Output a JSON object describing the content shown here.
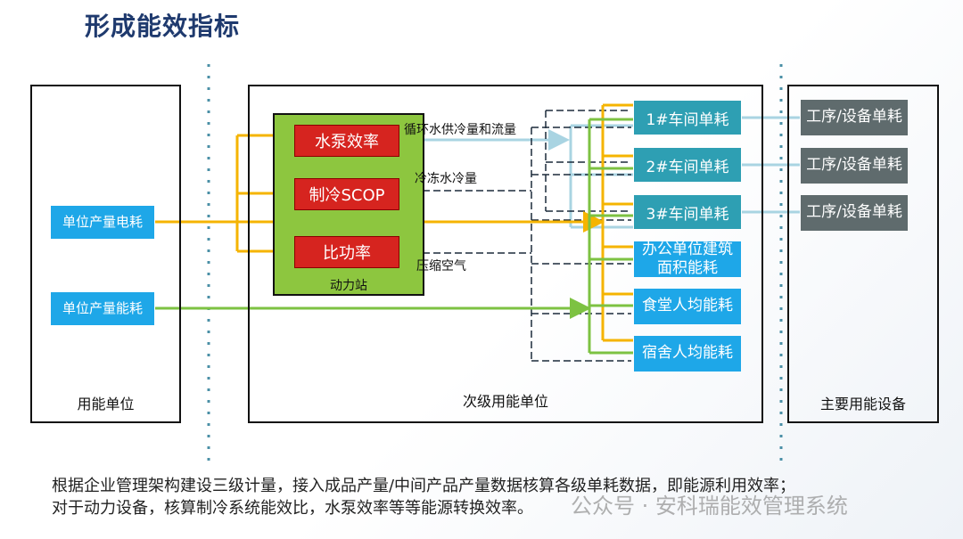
{
  "title": "形成能效指标",
  "left_panel": {
    "label": "用能单位",
    "items": [
      "单位产量电耗",
      "单位产量能耗"
    ]
  },
  "middle_panel": {
    "label": "次级用能单位",
    "power_station": {
      "label": "动力站",
      "items": [
        "水泵效率",
        "制冷SCOP",
        "比功率"
      ]
    },
    "flow_labels": [
      "循环水供冷量和流量",
      "冷冻水冷量",
      "压缩空气"
    ],
    "units": [
      "1#车间单耗",
      "2#车间单耗",
      "3#车间单耗",
      "办公单位建筑面积能耗",
      "食堂人均能耗",
      "宿舍人均能耗"
    ]
  },
  "right_panel": {
    "label": "主要用能设备",
    "items": [
      "工序/设备单耗",
      "工序/设备单耗",
      "工序/设备单耗"
    ]
  },
  "caption": {
    "line1": "根据企业管理架构建设三级计量，接入成品产量/中间产品产量数据核算各级单耗数据，即能源利用效率；",
    "line2": "对于动力设备，核算制冷系统能效比，水泵效率等等能源转换效率。"
  },
  "watermark": "公众号 · 安科瑞能效管理系统",
  "colors": {
    "title": "#1f3a6e",
    "orange_line": "#f5b400",
    "green_line": "#7dc242",
    "light_blue_line": "#a9d4e2",
    "station_bg": "#8dc63f",
    "metric_red": "#d6241f",
    "unit_teal": "#2e9fb3",
    "unit_blue": "#1ea7e8",
    "device_gray": "#5f6b6d"
  }
}
